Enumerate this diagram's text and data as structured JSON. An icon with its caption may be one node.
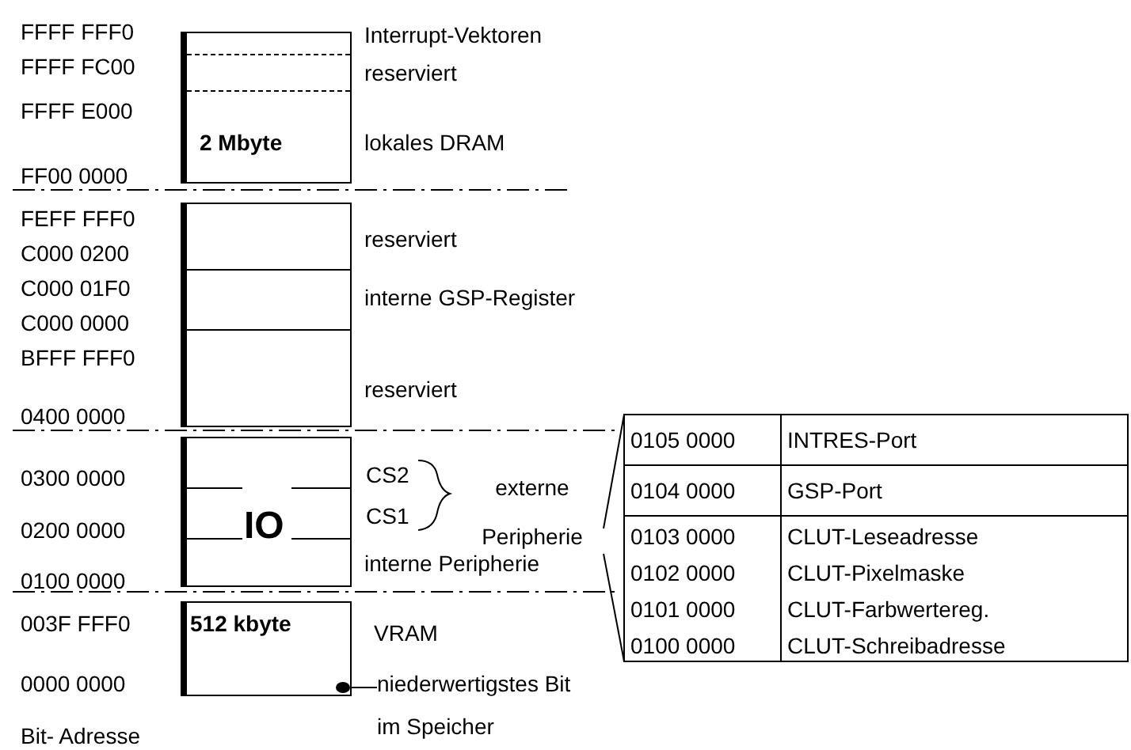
{
  "diagram": {
    "nodes": [
      {
        "text": [
          "2 Mbyte"
        ]
      },
      {
        "text": [],
        "shape": "box"
      },
      {
        "text": [
          "IO"
        ]
      },
      {
        "text": [
          "512 kbyte"
        ]
      },
      {
        "text": [
          "niederwertigstes Bit im Speicher"
        ]
      },
      {
        "text": [],
        "shape": "circle",
        "in": 3
      }
    ],
    "edges": [
      {
        "from": 4,
        "to": 5,
        "arrow": "none"
      }
    ],
    "labels": [
      "FFFF FFF0",
      "Interrupt-Vektoren",
      "FFFF FC00",
      "reserviert",
      "FFFF E000",
      "lokales DRAM",
      "FF00 0000",
      "FEFF FFF0",
      "reserviert",
      "C000 0200",
      "C000 01F0",
      "interne GSP-Register",
      "C000 0000",
      "BFFF FFF0",
      "reserviert",
      "0400 0000",
      "0300 0000",
      "CS2",
      "externe Peripherie",
      "CS1",
      "0200 0000",
      "interne Peripherie",
      "0100 0000",
      "003F FFF0",
      "VRAM",
      "0000 0000",
      "Bit- Adresse",
      "0105 0000",
      "INTRES-Port",
      "0104 0000",
      "GSP-Port",
      "0103 0000",
      "CLUT-Leseadresse",
      "0102 0000",
      "CLUT-Pixelmaske",
      "0101 0000",
      "CLUT-Farbwertereg.",
      "0100 0000",
      "CLUT-Schreibadresse"
    ]
  }
}
